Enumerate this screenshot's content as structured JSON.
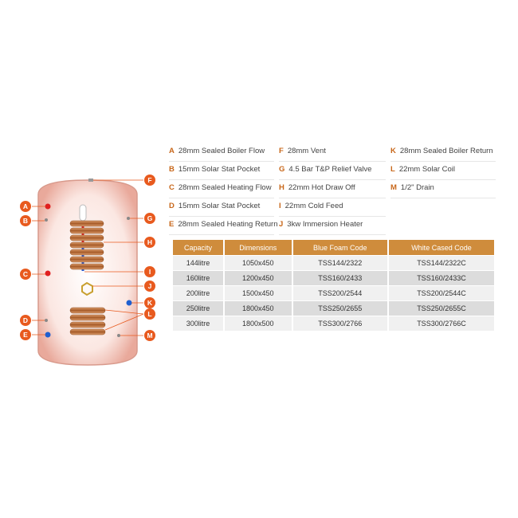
{
  "callouts": [
    {
      "letter": "A",
      "color": "#e85a1e"
    },
    {
      "letter": "B",
      "color": "#e85a1e"
    },
    {
      "letter": "C",
      "color": "#e85a1e"
    },
    {
      "letter": "D",
      "color": "#e85a1e"
    },
    {
      "letter": "E",
      "color": "#e85a1e"
    },
    {
      "letter": "F",
      "color": "#e85a1e"
    },
    {
      "letter": "G",
      "color": "#e85a1e"
    },
    {
      "letter": "H",
      "color": "#e85a1e"
    },
    {
      "letter": "I",
      "color": "#e85a1e"
    },
    {
      "letter": "J",
      "color": "#e85a1e"
    },
    {
      "letter": "K",
      "color": "#e85a1e"
    },
    {
      "letter": "L",
      "color": "#e85a1e"
    },
    {
      "letter": "M",
      "color": "#e85a1e"
    }
  ],
  "legend": {
    "col1": [
      {
        "letter": "A",
        "text": "28mm Sealed Boiler Flow"
      },
      {
        "letter": "B",
        "text": "15mm Solar Stat Pocket"
      },
      {
        "letter": "C",
        "text": "28mm Sealed Heating Flow"
      },
      {
        "letter": "D",
        "text": "15mm Solar Stat Pocket"
      },
      {
        "letter": "E",
        "text": "28mm Sealed Heating Return"
      }
    ],
    "col2": [
      {
        "letter": "F",
        "text": "28mm Vent"
      },
      {
        "letter": "G",
        "text": "4.5 Bar T&P Relief Valve"
      },
      {
        "letter": "H",
        "text": "22mm Hot Draw Off"
      },
      {
        "letter": "I",
        "text": "22mm Cold Feed"
      },
      {
        "letter": "J",
        "text": "3kw Immersion Heater"
      }
    ],
    "col3": [
      {
        "letter": "K",
        "text": "28mm Sealed Boiler Return"
      },
      {
        "letter": "L",
        "text": "22mm Solar Coil"
      },
      {
        "letter": "M",
        "text": "1/2\" Drain"
      }
    ]
  },
  "table": {
    "headers": [
      "Capacity",
      "Dimensions",
      "Blue Foam Code",
      "White Cased Code"
    ],
    "rows": [
      [
        "144litre",
        "1050x450",
        "TSS144/2322",
        "TSS144/2322C"
      ],
      [
        "160litre",
        "1200x450",
        "TSS160/2433",
        "TSS160/2433C"
      ],
      [
        "200litre",
        "1500x450",
        "TSS200/2544",
        "TSS200/2544C"
      ],
      [
        "250litre",
        "1800x450",
        "TSS250/2655",
        "TSS250/2655C"
      ],
      [
        "300litre",
        "1800x500",
        "TSS300/2766",
        "TSS300/2766C"
      ]
    ]
  },
  "colors": {
    "accent": "#e85a1e",
    "header": "#cf8c3c",
    "copper": "#b8703a",
    "tank": "#f6d9d2"
  }
}
